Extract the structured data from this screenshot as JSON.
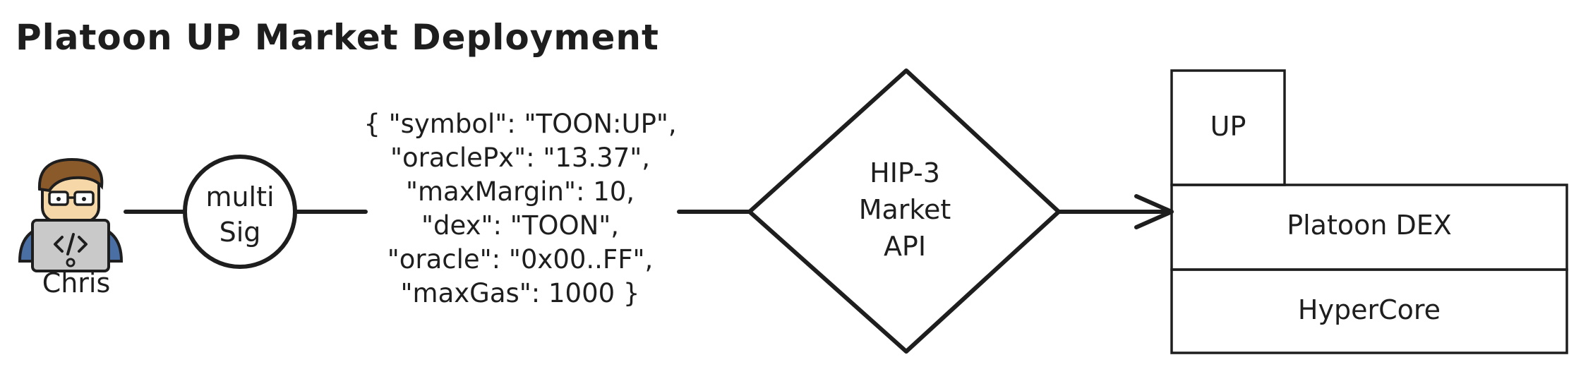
{
  "diagram": {
    "title": "Platoon UP Market Deployment",
    "actor": {
      "name": "Chris",
      "icon": "developer-laptop-icon"
    },
    "multisig": {
      "line1": "multi",
      "line2": "Sig"
    },
    "payload_lines": [
      "{ \"symbol\": \"TOON:UP\",",
      "\"oraclePx\": \"13.37\",",
      "\"maxMargin\": 10,",
      "\"dex\": \"TOON\",",
      "\"oracle\": \"0x00..FF\",",
      "\"maxGas\": 1000 }"
    ],
    "api": {
      "line1": "HIP-3",
      "line2": "Market",
      "line3": "API"
    },
    "stack": {
      "market": "UP",
      "dex": "Platoon DEX",
      "core": "HyperCore"
    },
    "colors": {
      "ink": "#1e1e1e",
      "background": "#ffffff",
      "skin": "#f6d7a7",
      "hair": "#8b5a2b",
      "shirt": "#4a6fa5",
      "laptop": "#c9c9c9"
    }
  }
}
